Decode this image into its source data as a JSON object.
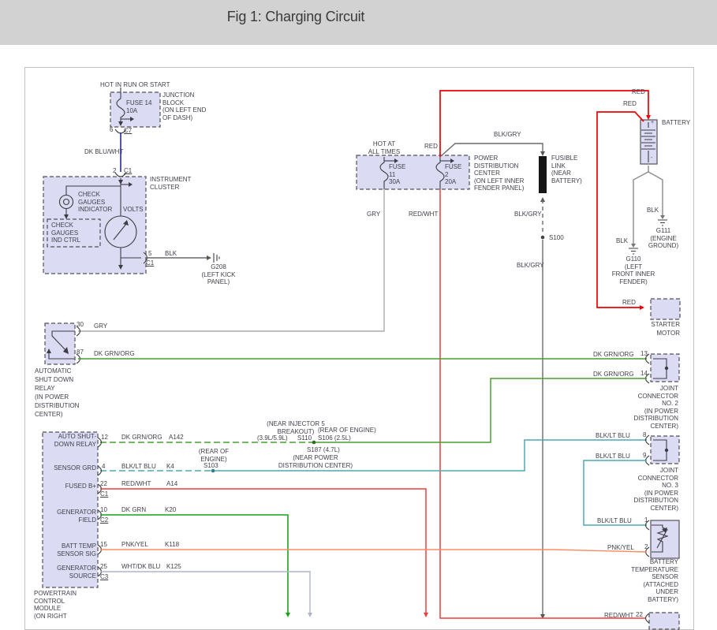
{
  "header": {
    "title": "Fig 1: Charging Circuit"
  },
  "junction_block": {
    "hot": "HOT IN RUN OR START",
    "name": "JUNCTION\nBLOCK\n(ON LEFT END\nOF DASH)",
    "fuse": "FUSE 14\n10A",
    "pin": "6",
    "conn": "C7"
  },
  "cluster": {
    "wire_in": "DK BLU/WHT",
    "pin_in": "2",
    "conn_in": "C1",
    "name": "INSTRUMENT\nCLUSTER",
    "indicator": "CHECK\nGAUGES\nINDICATOR",
    "ctrl": "CHECK\nGAUGES\nIND CTRL",
    "gauge": "VOLTS",
    "pin_gnd": "5",
    "conn_gnd": "C1",
    "wire_gnd": "BLK",
    "ground": "G208\n(LEFT KICK\nPANEL)"
  },
  "pdc": {
    "hot": "HOT AT\nALL TIMES",
    "red": "RED",
    "name": "POWER\nDISTRIBUTION\nCENTER\n(ON LEFT INNER\nFENDER PANEL)",
    "fuse11": "FUSE\n11\n30A",
    "fuse2": "FUSE\n2\n20A",
    "out11": "GRY",
    "out2": "RED/WHT"
  },
  "fusible_link": {
    "wire": "BLK/GRY",
    "name": "FUSIBLE\nLINK\n(NEAR\nBATTERY)",
    "wire2": "BLK/GRY",
    "splice": "S100",
    "wire3": "BLK/GRY"
  },
  "battery": {
    "red_a": "RED",
    "red_b": "RED",
    "name": "BATTERY",
    "plus": "+",
    "minus": "-",
    "blk_r": "BLK",
    "gnd_r": "G111\n(ENGINE\nGROUND)",
    "blk_l": "BLK",
    "gnd_l": "G110\n(LEFT\nFRONT INNER\nFENDER)"
  },
  "starter": {
    "wire": "RED",
    "name": "STARTER\nMOTOR"
  },
  "relay": {
    "pin30": "30",
    "wire30": "GRY",
    "pin87": "87",
    "wire87": "DK GRN/ORG",
    "name": "AUTOMATIC\nSHUT DOWN\nRELAY\n(IN POWER\nDISTRIBUTION\nCENTER)"
  },
  "jc2": {
    "w13": "DK GRN/ORG",
    "p13": "13",
    "w14": "DK GRN/ORG",
    "p14": "14",
    "name": "JOINT\nCONNECTOR\nNO. 2\n(IN POWER\nDISTRIBUTION\nCENTER)"
  },
  "jc3": {
    "w8": "BLK/LT BLU",
    "p8": "8",
    "w9": "BLK/LT BLU",
    "p9": "9",
    "name": "JOINT\nCONNECTOR\nNO. 3\n(IN POWER\nDISTRIBUTION\nCENTER)"
  },
  "bts": {
    "w1": "BLK/LT BLU",
    "p1": "1",
    "w2": "PNK/YEL",
    "p2": "2",
    "name": "BATTERY\nTEMPERATURE\nSENSOR\n(ATTACHED\nUNDER\nBATTERY)"
  },
  "pcm": {
    "name": "POWERTRAIN\nCONTROL\nMODULE\n(ON RIGHT",
    "r1": {
      "label": "AUTO SHUT-\nDOWN RELAY",
      "pin": "12",
      "wire": "DK GRN/ORG",
      "circuit": "A142"
    },
    "r2": {
      "label": "SENSOR GRD",
      "pin": "4",
      "wire": "BLK/LT BLU",
      "circuit": "K4"
    },
    "r3": {
      "label": "FUSED B+",
      "pin": "22",
      "conn": "C1",
      "wire": "RED/WHT",
      "circuit": "A14"
    },
    "r4": {
      "label": "GENERATOR\nFIELD",
      "pin": "10",
      "conn": "C2",
      "wire": "DK GRN",
      "circuit": "K20"
    },
    "r5": {
      "label": "BATT TEMP\nSENSOR SIG",
      "pin": "15",
      "wire": "PNK/YEL",
      "circuit": "K118"
    },
    "r6": {
      "label": "GENERATOR\nSOURCE",
      "pin": "25",
      "conn": "C3",
      "wire": "WHT/DK BLU",
      "circuit": "K125"
    }
  },
  "splices": {
    "s110_note": "(NEAR INJECTOR 5\nBREAKOUT)",
    "s110_eng": "(3.9L/5.9L)",
    "s110": "S110",
    "s106_note": "(REAR OF ENGINE)",
    "s106": "S106  (2.5L)",
    "s187": "S187  (4.7L)",
    "s187_note": "(NEAR POWER\nDISTRIBUTION CENTER)",
    "s103_note": "(REAR OF\nENGINE)",
    "s103": "S103"
  },
  "bottom": {
    "wire": "RED/WHT",
    "pin": "22"
  },
  "colors": {
    "red": "#f10000",
    "red_wht": "#f23b3b",
    "gry": "#ababab",
    "blk_gry": "#6a6a6a",
    "blk": "#8a8a8a",
    "dk_blu_wht": "#1c1c96",
    "dk_grn_org": "#43a02c",
    "dk_grn": "#19a319",
    "blk_lt_blu": "#4aa8b4",
    "pnk_yel": "#ff8b63",
    "wht_dk_blu": "#aeb6cc",
    "box_fill": "#dbdbf3",
    "header_bg": "#d2d2d2"
  }
}
